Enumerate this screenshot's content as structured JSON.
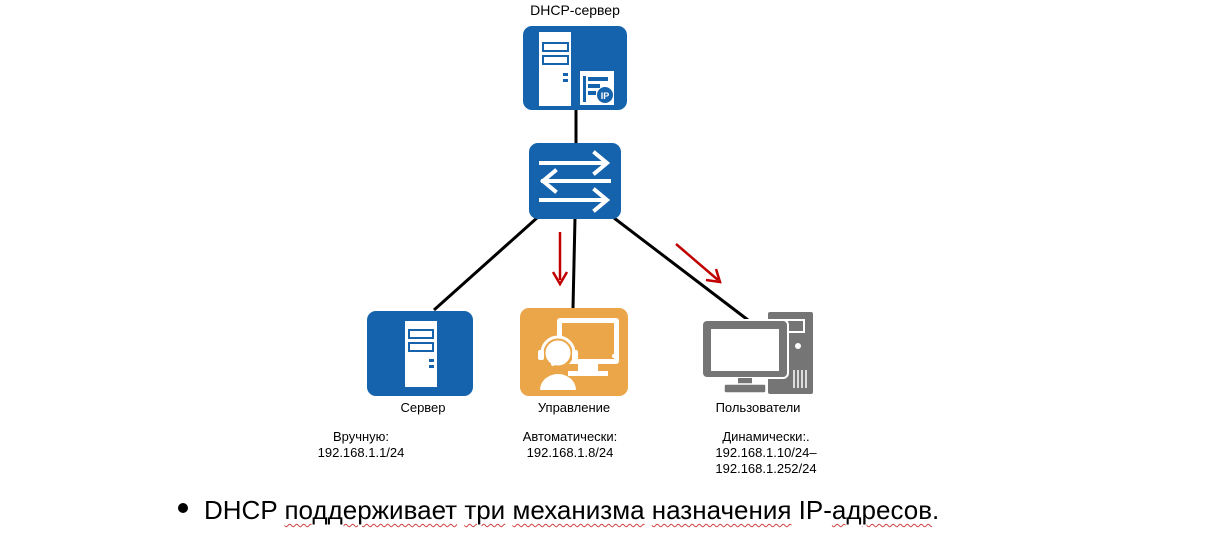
{
  "diagram": {
    "dhcp_server": {
      "label": "DHCP-сервер",
      "icon": "dhcp-server-icon"
    },
    "switch": {
      "icon": "switch-icon"
    },
    "server": {
      "label": "Сервер",
      "icon": "server-icon",
      "mode": "Вручную:",
      "ip": "192.168.1.1/24"
    },
    "management": {
      "label": "Управление",
      "icon": "operator-workstation-icon",
      "mode": "Автоматически:",
      "ip": "192.168.1.8/24"
    },
    "users": {
      "label": "Пользователи",
      "icon": "desktop-pc-icon",
      "mode": "Динамически:.",
      "ip_from": "192.168.1.10/24–",
      "ip_to": "192.168.1.252/24"
    },
    "colors": {
      "blue": "#1563ad",
      "orange": "#eba64a",
      "gray": "#757575",
      "arrow": "#c00000",
      "link": "#000000"
    }
  },
  "caption": {
    "prefix": "DHCP",
    "words": [
      "поддерживает",
      "три",
      "механизма",
      "назначения"
    ],
    "suffix": "IP-",
    "last": "адресов",
    "end": "."
  }
}
